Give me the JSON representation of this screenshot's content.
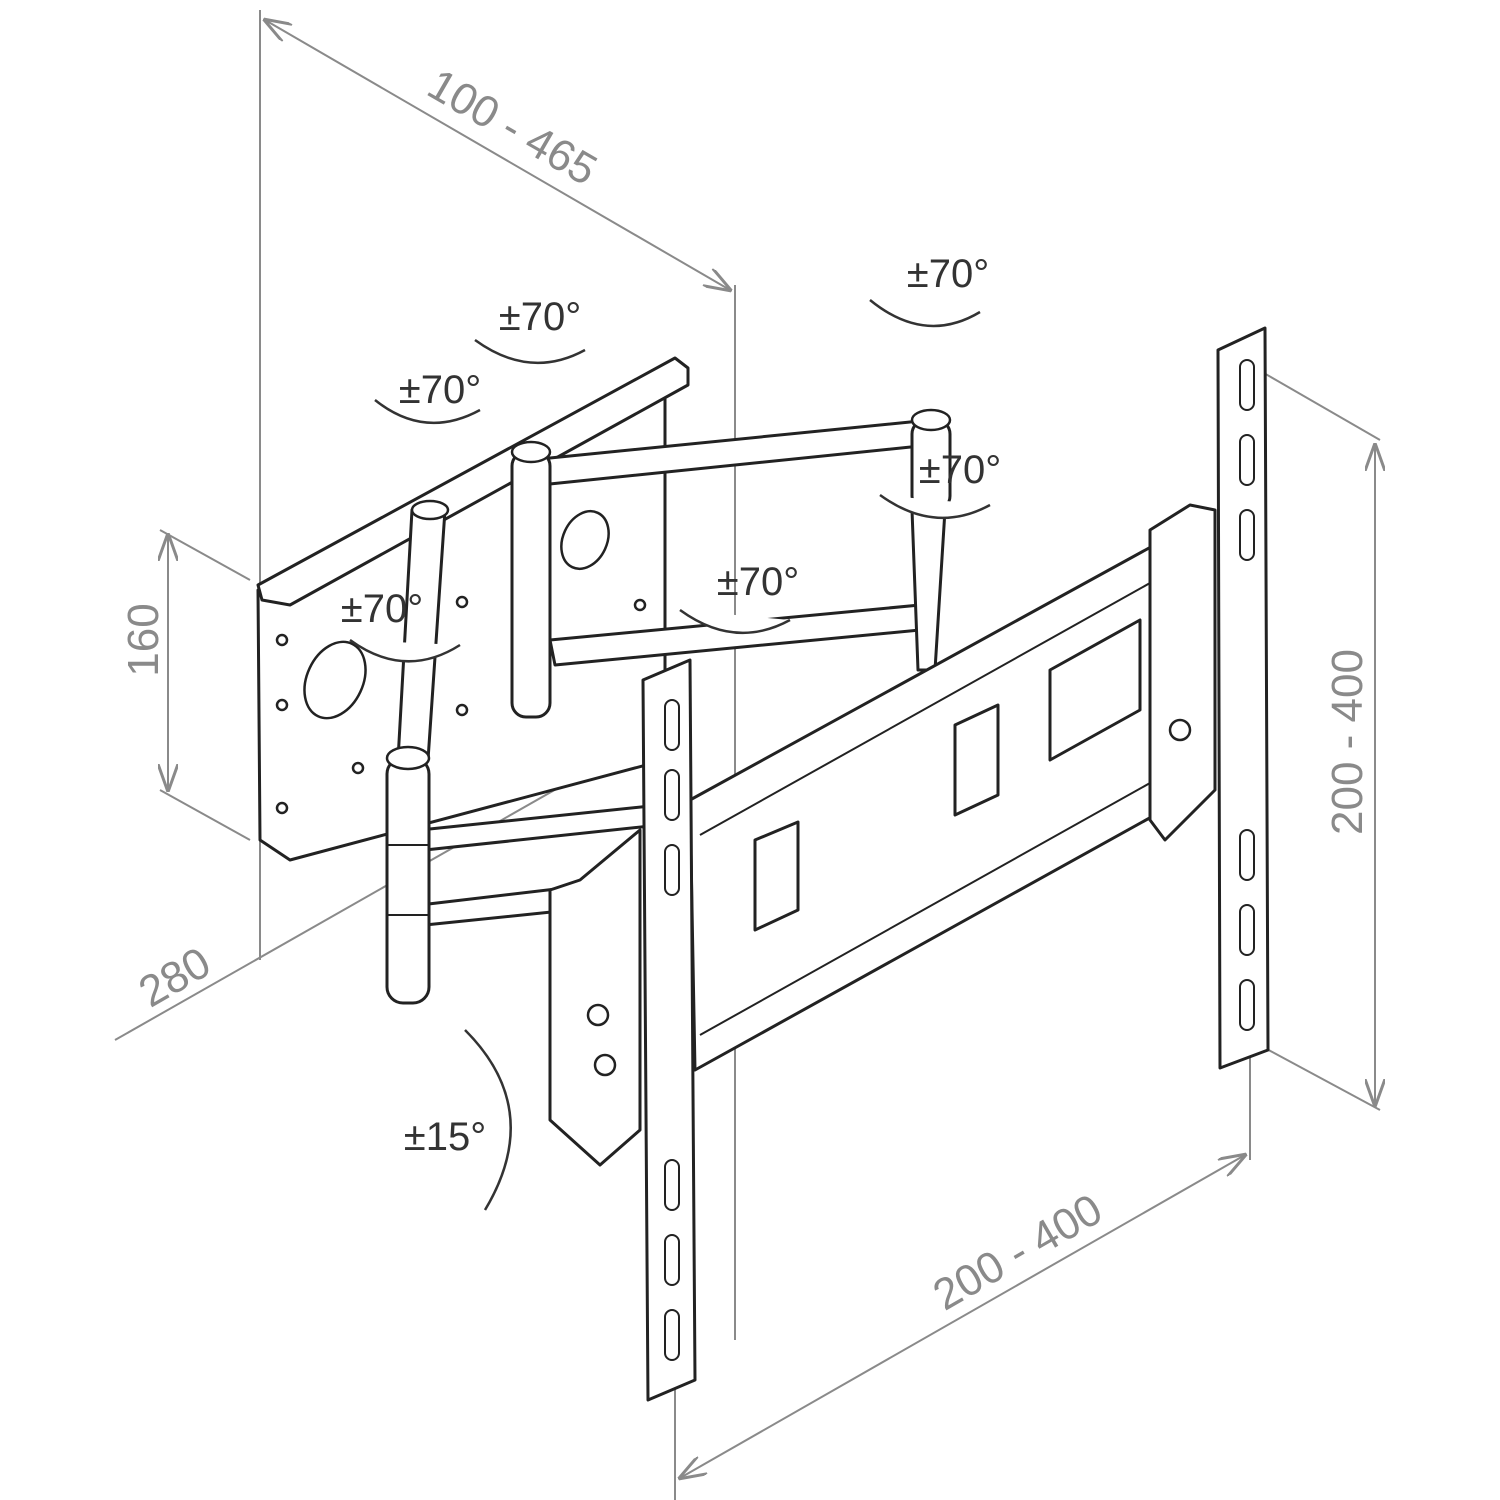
{
  "dimensions": {
    "depth_range": "100 - 465",
    "wall_plate_height": "160",
    "wall_plate_width": "280",
    "vesa_vertical": "200 - 400",
    "vesa_horizontal": "200 - 400"
  },
  "rotations": {
    "swivel_top_left": "±70°",
    "swivel_top_mid": "±70°",
    "swivel_top_right": "±70°",
    "swivel_arm_right": "±70°",
    "swivel_arm_mid": "±70°",
    "swivel_arm_left": "±70°",
    "tilt": "±15°"
  }
}
